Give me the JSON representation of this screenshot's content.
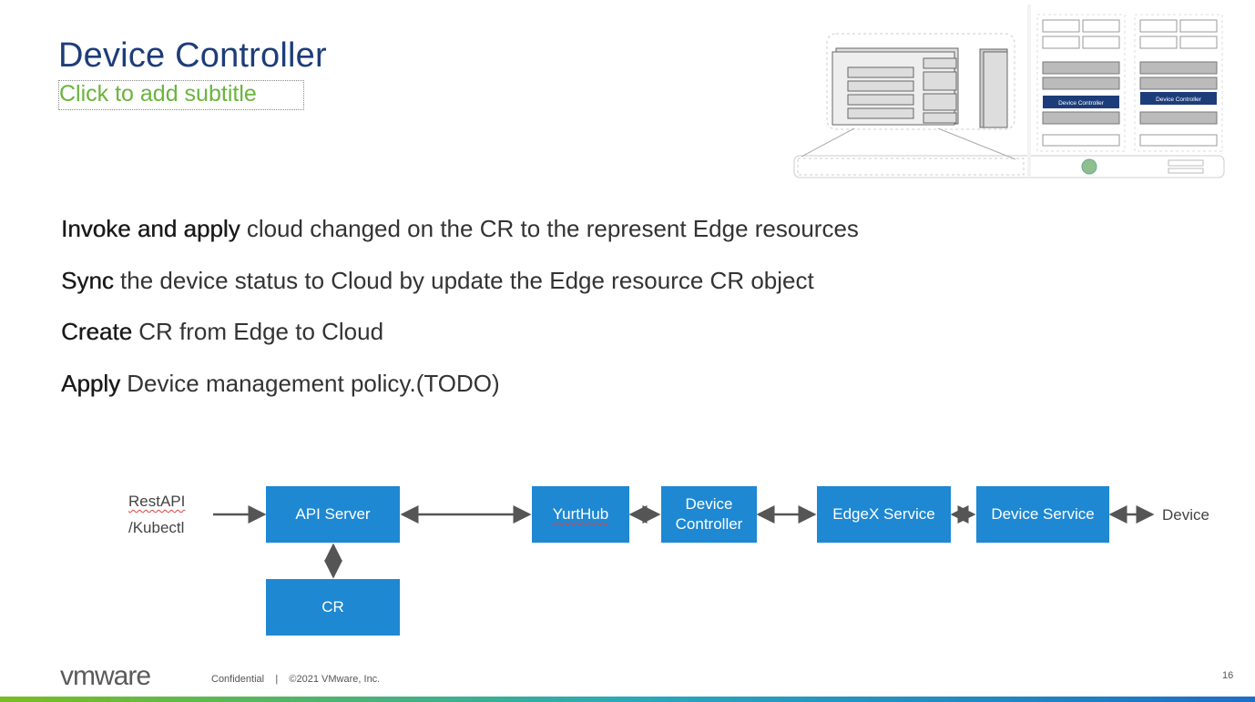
{
  "slide": {
    "title": "Device Controller",
    "subtitle": "Click to add subtitle",
    "page_number": "16"
  },
  "bullets": [
    {
      "bold": "Invoke and apply",
      "rest": " cloud changed on the CR to the represent Edge resources"
    },
    {
      "bold": "Sync",
      "rest": " the device status to Cloud by update the Edge resource CR object"
    },
    {
      "bold": "Create",
      "rest": " CR from Edge to Cloud"
    },
    {
      "bold": "Apply",
      "rest": " Device management policy.(TODO)"
    }
  ],
  "diagram": {
    "source_label_1": "RestAPI",
    "source_label_2": "/Kubectl",
    "api_server": "API Server",
    "cr": "CR",
    "yurthub": "YurtHub",
    "device_controller_1": "Device",
    "device_controller_2": "Controller",
    "edgex_service": "EdgeX Service",
    "device_service": "Device Service",
    "device": "Device"
  },
  "thumbnail": {
    "label_1": "Device Controller",
    "label_2": "Device Controller"
  },
  "footer": {
    "logo": "vmware",
    "confidential": "Confidential",
    "separator": "|",
    "copyright": "©2021 VMware, Inc."
  },
  "colors": {
    "title": "#1d3d7a",
    "subtitle": "#6ab43c",
    "box": "#1e88d3",
    "thumbnail_accent": "#1d3d7a"
  }
}
